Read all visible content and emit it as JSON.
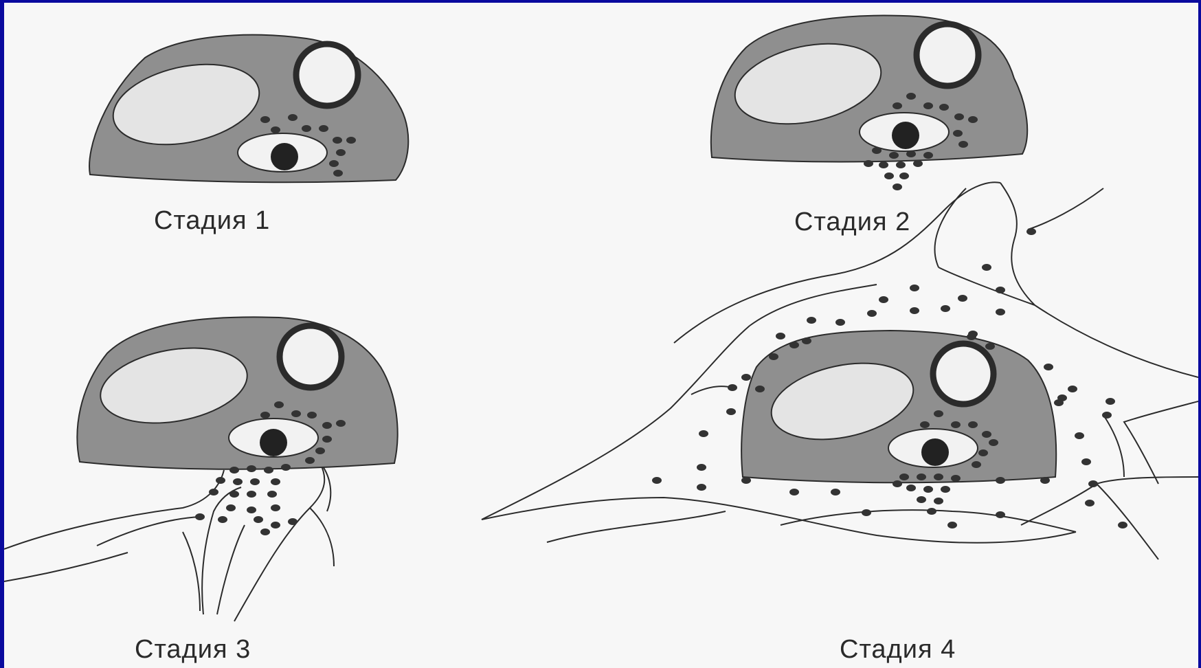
{
  "diagram": {
    "stages": [
      {
        "label": "Стадия 1"
      },
      {
        "label": "Стадия 2"
      },
      {
        "label": "Стадия 3"
      },
      {
        "label": "Стадия 4"
      }
    ],
    "colors": {
      "cell_body": "#8f8f8f",
      "nucleus": "#e4e4e4",
      "outline": "#2b2b2b",
      "dot": "#333333",
      "background": "#f7f7f7",
      "border": "#0a0a9e"
    }
  }
}
